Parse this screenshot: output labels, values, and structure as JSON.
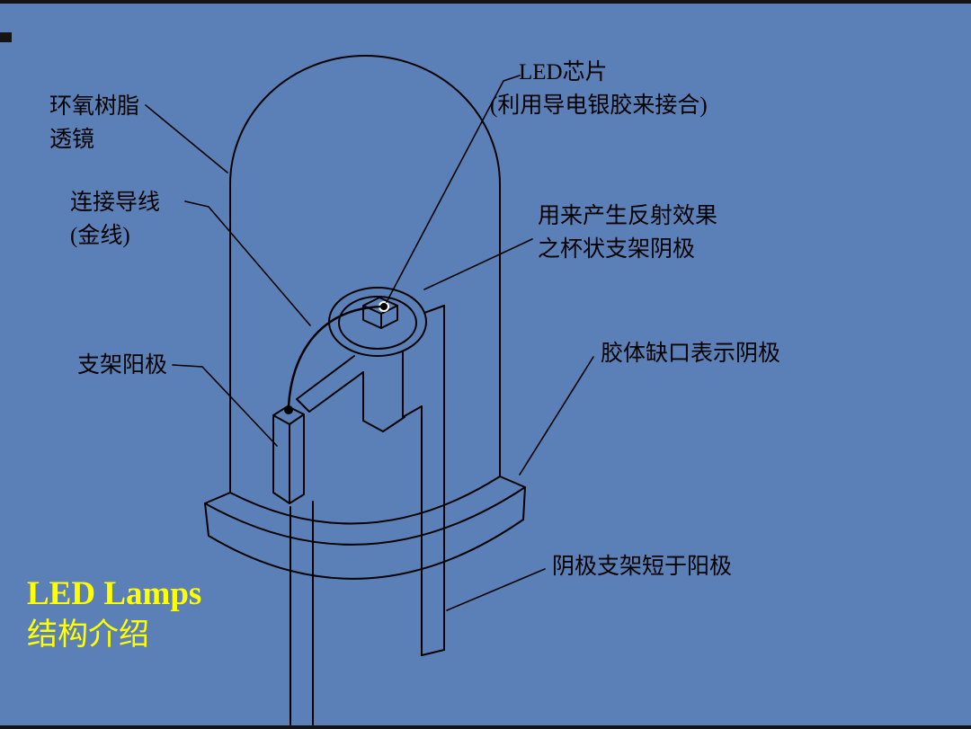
{
  "slide": {
    "background": "#5b80b8",
    "line_color": "#000000",
    "title": {
      "line1": "LED Lamps",
      "line2": "结构介绍",
      "color": "#ffff00"
    }
  },
  "labels": {
    "epoxy_lens": {
      "line1": "环氧树脂",
      "line2": "透镜"
    },
    "gold_wire": {
      "line1": "连接导线",
      "line2": "(金线)"
    },
    "anode_frame": {
      "text": "支架阳极"
    },
    "led_chip": {
      "line1": "LED芯片",
      "line2": "(利用导电银胶来接合)"
    },
    "reflector_cup": {
      "line1": "用来产生反射效果",
      "line2": "之杯状支架阴极"
    },
    "body_notch": {
      "text": "胶体缺口表示阴极"
    },
    "cathode_short": {
      "text": "阴极支架短于阳极"
    }
  }
}
